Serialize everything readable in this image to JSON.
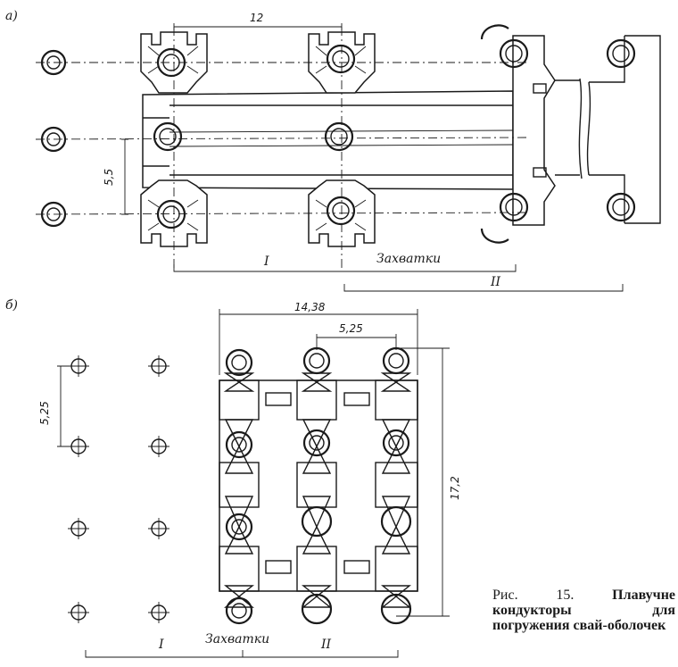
{
  "figure_a": {
    "label": "а)",
    "dim_top": "12",
    "dim_side": "5,5",
    "axis_note": "Захватки",
    "stage_1": "I",
    "stage_2": "II"
  },
  "figure_b": {
    "label": "б)",
    "dim_total_width": "14,38",
    "dim_spacing": "5,25",
    "dim_left_spacing": "5,25",
    "dim_height": "17,2",
    "axis_note": "Захватки",
    "stage_1": "I",
    "stage_2": "II"
  },
  "caption": {
    "prefix": "Рис. 15.",
    "title": "Плавучне кондукторы для погружения свай-оболочек"
  },
  "colors": {
    "ink": "#1a1a1a",
    "paper": "#ffffff"
  }
}
